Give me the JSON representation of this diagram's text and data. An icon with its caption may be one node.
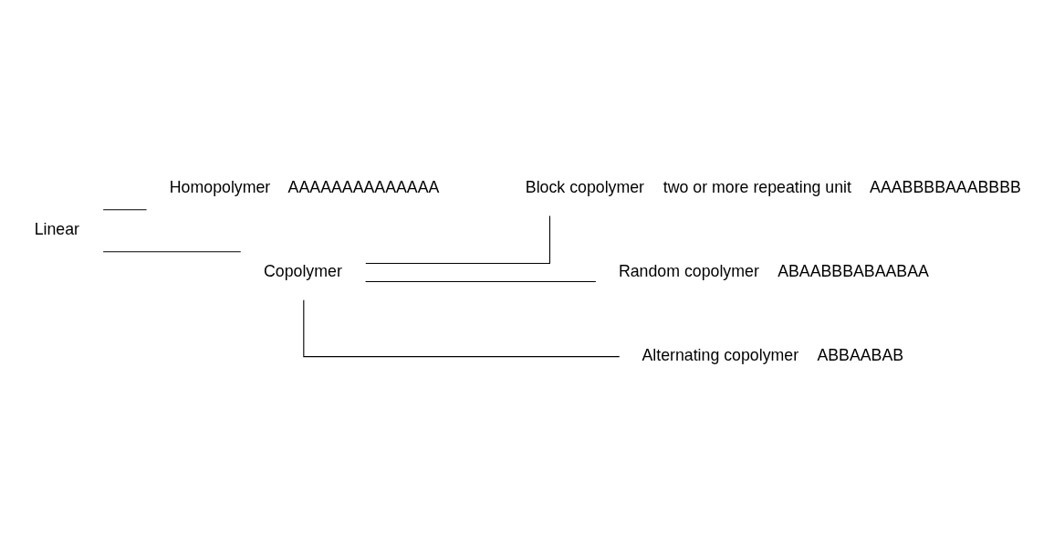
{
  "diagram": {
    "nodes": [
      {
        "text": [
          "Linear"
        ]
      },
      {
        "text": [
          "Homopolymer"
        ],
        "beside": [
          "AAAAAAAAAAAAAA"
        ]
      },
      {
        "text": [
          "Copolymer"
        ]
      },
      {
        "text": [
          "Block copolymer"
        ],
        "beside": [
          "two or more repeating unit",
          "AAABBBBAAABBBB"
        ]
      },
      {
        "text": [
          "Random copolymer"
        ],
        "beside": [
          "ABAABBBABAABAA"
        ]
      },
      {
        "text": [
          "Alternating copolymer"
        ],
        "beside": [
          "ABBAABAB"
        ]
      }
    ],
    "edges": [
      {
        "from": 0,
        "to": 1,
        "arrow": "none"
      },
      {
        "from": 0,
        "to": 2,
        "arrow": "none"
      },
      {
        "from": 2,
        "to": 3,
        "arrow": "none"
      },
      {
        "from": 2,
        "to": 4,
        "arrow": "none"
      },
      {
        "from": 2,
        "to": 5,
        "arrow": "none"
      }
    ]
  }
}
